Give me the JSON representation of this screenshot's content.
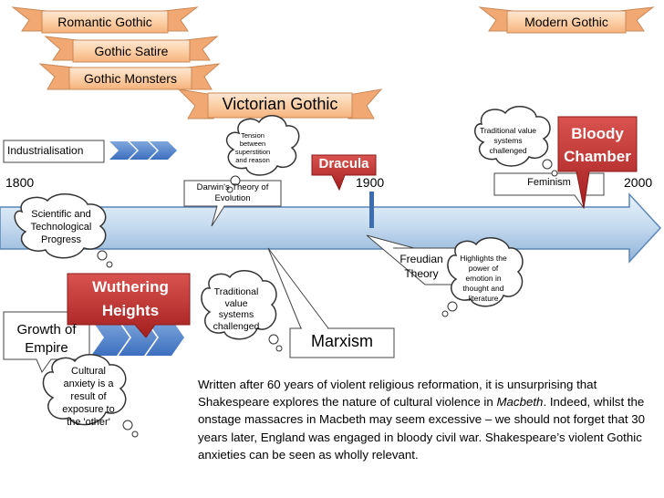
{
  "ribbons": {
    "romantic": "Romantic Gothic",
    "satire": "Gothic Satire",
    "monsters": "Gothic Monsters",
    "victorian": "Victorian Gothic",
    "modern": "Modern Gothic"
  },
  "timeline": {
    "start": "1800",
    "mid": "1900",
    "end": "2000"
  },
  "boxes": {
    "industrialisation": "Industrialisation",
    "dracula": "Dracula",
    "darwin": "Darwin's Theory of Evolution",
    "feminism": "Feminism",
    "freudian": "Freudian Theory",
    "marxism": "Marxism",
    "growth": "Growth of Empire"
  },
  "books": {
    "bloody": "Bloody Chamber",
    "wuthering": "Wuthering Heights"
  },
  "clouds": {
    "tension": "Tension between superstition and reason",
    "traditional_top": "Traditional value systems challenged",
    "scientific": "Scientific and Technological Progress",
    "traditional_mid": "Traditional value systems challenged",
    "highlights": "Highlights the power of emotion in thought and literature",
    "cultural": "Cultural anxiety is a result of exposure to the 'other'"
  },
  "paragraph": {
    "p1": "Written after 60 years of violent religious reformation, it is unsurprising that Shakespeare explores the nature of cultural violence in ",
    "p1_em": "Macbeth",
    "p2": ". Indeed, whilst the onstage massacres in Macbeth may seem excessive – we should not forget that 30 years later, England was engaged in bloody civil war.  Shakespeare’s violent Gothic anxieties can be seen as wholly relevant."
  }
}
